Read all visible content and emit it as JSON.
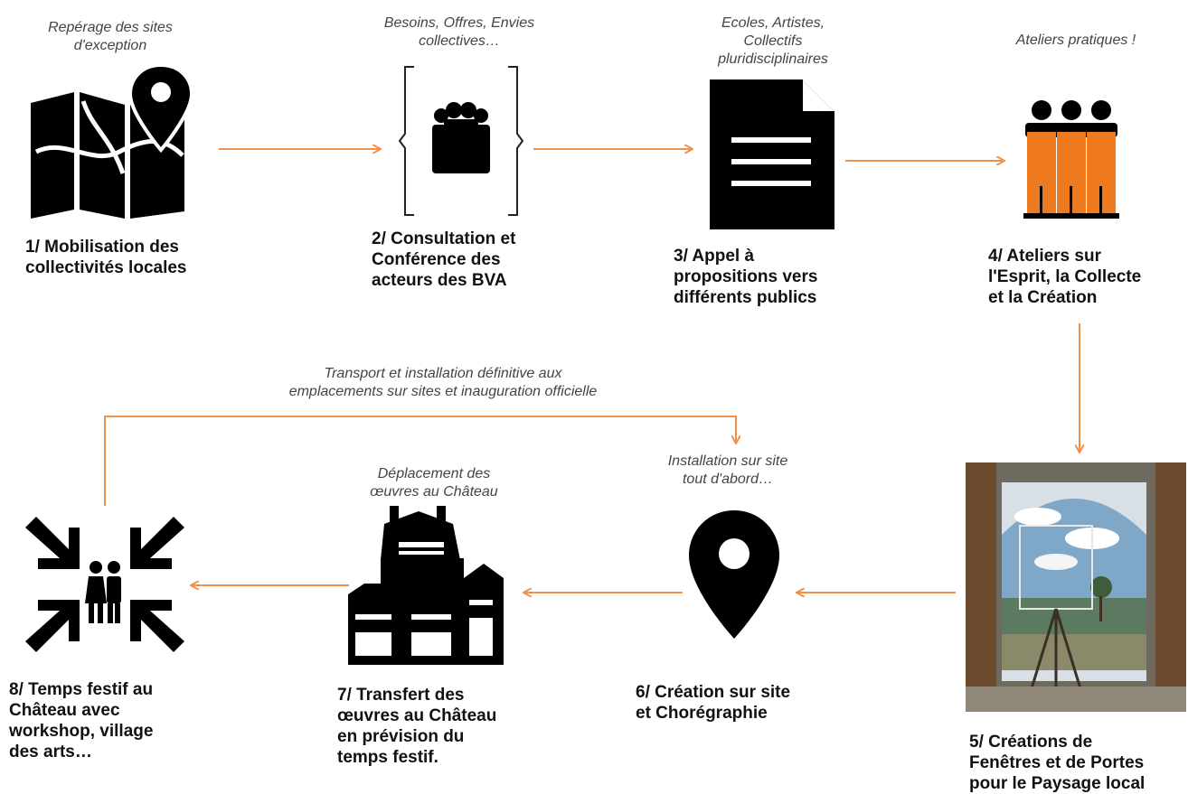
{
  "accent_color": "#f0904a",
  "steps": [
    {
      "number": "1",
      "label": "1/ Mobilisation des\ncollectivités locales",
      "caption": "Repérage des sites\nd'exception",
      "icon": "map-pin-icon"
    },
    {
      "number": "2",
      "label": "2/ Consultation et\nConférence des\nacteurs des BVA",
      "caption": "Besoins, Offres, Envies\ncollectives…",
      "icon": "group-people-icon"
    },
    {
      "number": "3",
      "label": "3/ Appel à\npropositions vers\ndifférents publics",
      "caption": "Ecoles, Artistes,\nCollectifs\npluridisciplinaires",
      "icon": "document-icon"
    },
    {
      "number": "4",
      "label": "4/ Ateliers sur\nl'Esprit, la Collecte\net la Création",
      "caption": "Ateliers pratiques !",
      "icon": "workers-icon"
    },
    {
      "number": "5",
      "label": "5/ Créations de\nFenêtres et de Portes\npour le Paysage local",
      "caption": "",
      "icon": "painting-image"
    },
    {
      "number": "6",
      "label": "6/ Création sur site\net Chorégraphie",
      "caption": "Installation sur site\ntout d'abord…",
      "icon": "location-marker-icon"
    },
    {
      "number": "7",
      "label": "7/ Transfert des\nœuvres au Château\nen prévision du\ntemps festif.",
      "caption": "Déplacement des\nœuvres au Château",
      "icon": "castle-icon"
    },
    {
      "number": "8",
      "label": "8/ Temps festif au\nChâteau avec\nworkshop, village\ndes arts…",
      "caption": "",
      "icon": "gathering-icon"
    }
  ],
  "loop_caption": "Transport et installation définitive aux\nemplacements sur sites et inauguration officielle"
}
